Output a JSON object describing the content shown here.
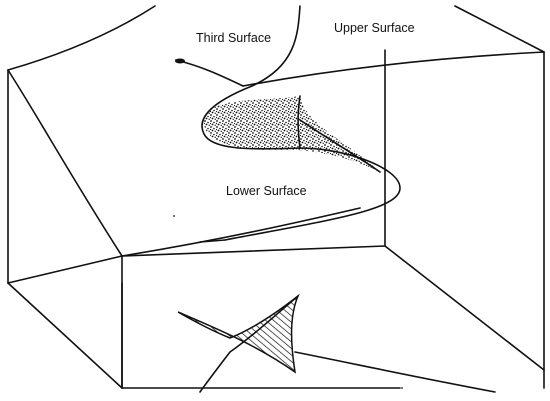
{
  "labels": {
    "third_surface": "Third Surface",
    "upper_surface": "Upper Surface",
    "lower_surface": "Lower Surface"
  },
  "colors": {
    "ink": "#111111",
    "paper": "#ffffff"
  }
}
